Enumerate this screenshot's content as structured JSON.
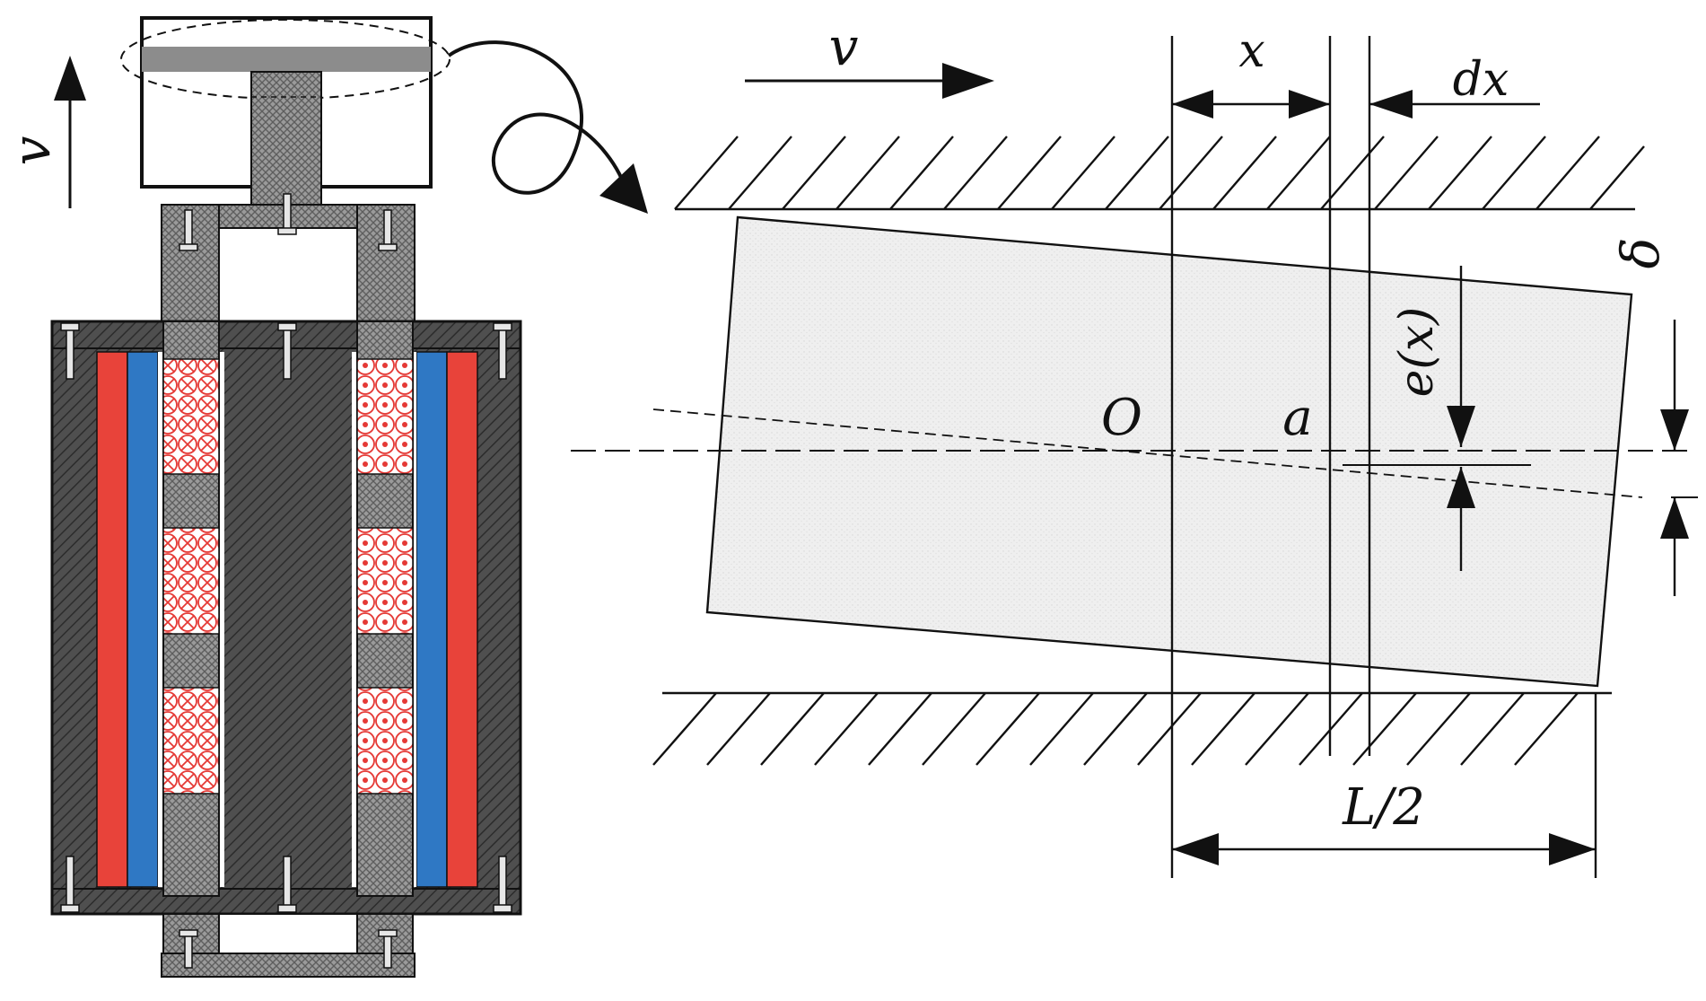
{
  "labels": {
    "velocity_left": "v",
    "velocity_right": "v",
    "x": "x",
    "dx": "dx",
    "delta": "δ",
    "e_x": "e(x)",
    "origin": "O",
    "a": "a",
    "half_length": "L/2"
  },
  "colors": {
    "coil_outer_red": "#e8433a",
    "coil_inner_blue": "#2f78c4",
    "housing_dark": "#4a4a4a",
    "shaft_gray": "#8c8c8c",
    "conductor_red": "#e53935",
    "body_fill": "#efefef",
    "line": "#111111"
  }
}
